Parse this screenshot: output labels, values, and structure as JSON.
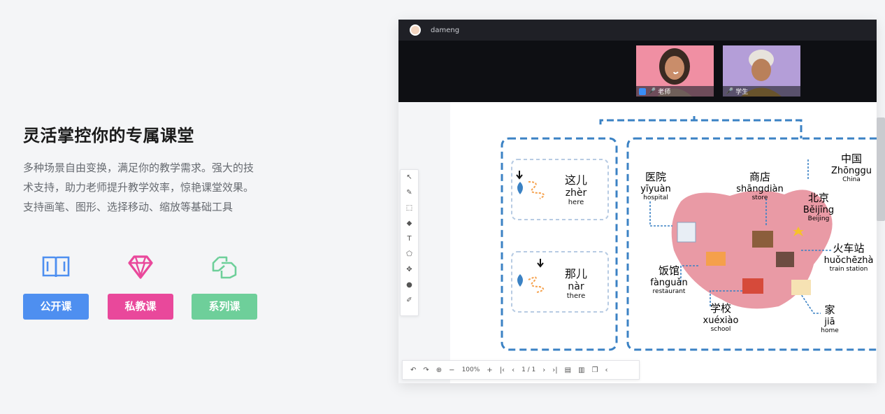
{
  "hero": {
    "title": "灵活掌控你的专属课堂",
    "desc_line1": "多种场景自由变换，满足你的教学需求。强大的技",
    "desc_line2": "术支持，助力老师提升教学效率，惊艳课堂效果。",
    "desc_line3": "支持画笔、图形、选择移动、缩放等基础工具"
  },
  "features": [
    {
      "label": "公开课",
      "icon": "open-book-icon",
      "color": "#4e8ff0"
    },
    {
      "label": "私教课",
      "icon": "diamond-icon",
      "color": "#e9489b"
    },
    {
      "label": "系列课",
      "icon": "linked-series-icon",
      "color": "#6ecf9a"
    }
  ],
  "app": {
    "username": "dameng",
    "videos": [
      {
        "label": "老师",
        "icon": "microphone-icon"
      },
      {
        "label": "学生",
        "icon": "microphone-icon"
      }
    ],
    "toolbar_tools": [
      "pointer-icon",
      "pen-icon",
      "select-rect-icon",
      "eraser-icon",
      "text-icon",
      "shape-icon",
      "move-icon",
      "palette-icon",
      "brush-icon"
    ],
    "bottom_bar": {
      "zoom": "100%",
      "page": "1 / 1"
    }
  },
  "vocab": {
    "here": {
      "hanzi": "这儿",
      "pinyin": "zhèr",
      "en": "here"
    },
    "there": {
      "hanzi": "那儿",
      "pinyin": "nàr",
      "en": "there"
    },
    "places": [
      {
        "hanzi": "医院",
        "pinyin": "yīyuàn",
        "en": "hospital"
      },
      {
        "hanzi": "商店",
        "pinyin": "shāngdiàn",
        "en": "store"
      },
      {
        "hanzi": "中国",
        "pinyin": "Zhōnggu",
        "en": "China"
      },
      {
        "hanzi": "北京",
        "pinyin": "Běijīng",
        "en": "Beijing"
      },
      {
        "hanzi": "火车站",
        "pinyin": "huǒchēzhà",
        "en": "train station"
      },
      {
        "hanzi": "饭馆",
        "pinyin": "fànguǎn",
        "en": "restaurant"
      },
      {
        "hanzi": "学校",
        "pinyin": "xuéxiào",
        "en": "school"
      },
      {
        "hanzi": "家",
        "pinyin": "jiā",
        "en": "home"
      }
    ]
  }
}
